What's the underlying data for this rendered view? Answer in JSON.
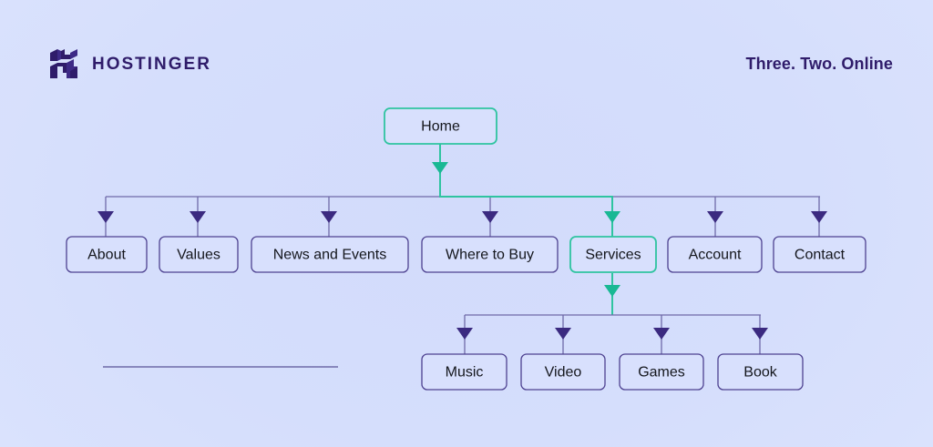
{
  "brand": {
    "name": "HOSTINGER",
    "logo_icon": "hostinger-h-logo",
    "logo_color": "#2f1c6a"
  },
  "tagline": "Three. Two. Online",
  "colors": {
    "background": "#d8e0fd",
    "brand_purple": "#2f1c6a",
    "node_stroke": "#4e4291",
    "link_purple": "#6f6aa8",
    "accent_teal": "#2fc4a0",
    "node_fill": "#d8e0fd",
    "text": "#14161c"
  },
  "chart_data": {
    "type": "diagram",
    "title": "",
    "diagram_kind": "sitemap-tree",
    "levels": 3,
    "root": {
      "label": "Home",
      "highlighted": true
    },
    "level2": [
      {
        "label": "About",
        "highlighted": false
      },
      {
        "label": "Values",
        "highlighted": false
      },
      {
        "label": "News and Events",
        "highlighted": false
      },
      {
        "label": "Where to Buy",
        "highlighted": false
      },
      {
        "label": "Services",
        "highlighted": true
      },
      {
        "label": "Account",
        "highlighted": false
      },
      {
        "label": "Contact",
        "highlighted": false
      }
    ],
    "level3_parent": "Services",
    "level3": [
      {
        "label": "Music",
        "highlighted": false
      },
      {
        "label": "Video",
        "highlighted": false
      },
      {
        "label": "Games",
        "highlighted": false
      },
      {
        "label": "Book",
        "highlighted": false
      }
    ],
    "highlighted_path": [
      "Home",
      "Services"
    ]
  },
  "nodes": {
    "home": "Home",
    "about": "About",
    "values": "Values",
    "news": "News and Events",
    "where_to_buy": "Where to Buy",
    "services": "Services",
    "account": "Account",
    "contact": "Contact",
    "music": "Music",
    "video": "Video",
    "games": "Games",
    "book": "Book"
  }
}
